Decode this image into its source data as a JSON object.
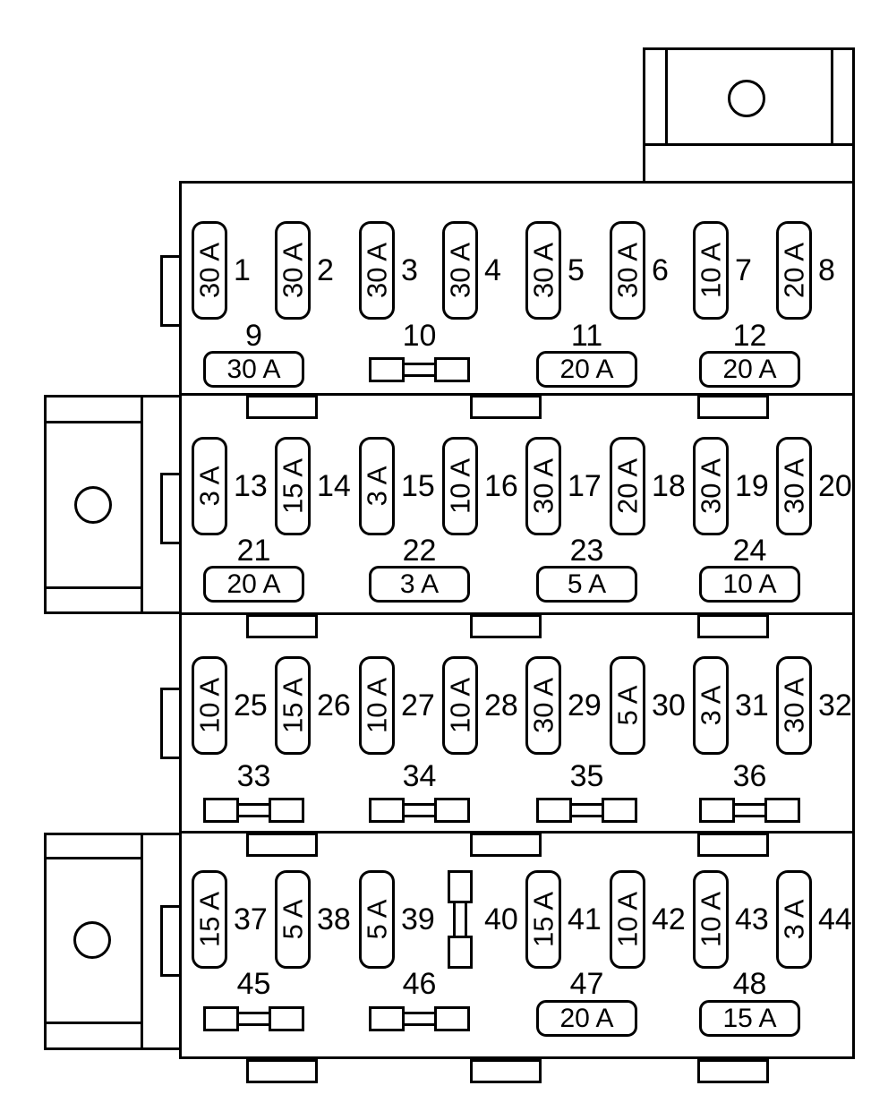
{
  "diagram_type": "fuse-box-diagram",
  "colors": {
    "line": "#000000",
    "background": "#ffffff"
  },
  "sections": [
    {
      "id": 1,
      "vertical_fuses": [
        {
          "number": "1",
          "rating": "30 A",
          "type": "blade-vertical"
        },
        {
          "number": "2",
          "rating": "30 A",
          "type": "blade-vertical"
        },
        {
          "number": "3",
          "rating": "30 A",
          "type": "blade-vertical"
        },
        {
          "number": "4",
          "rating": "30 A",
          "type": "blade-vertical"
        },
        {
          "number": "5",
          "rating": "30 A",
          "type": "blade-vertical"
        },
        {
          "number": "6",
          "rating": "30 A",
          "type": "blade-vertical"
        },
        {
          "number": "7",
          "rating": "10 A",
          "type": "blade-vertical"
        },
        {
          "number": "8",
          "rating": "20 A",
          "type": "blade-vertical"
        }
      ],
      "bottom_row": [
        {
          "number": "9",
          "rating": "30 A",
          "type": "blade-horizontal"
        },
        {
          "number": "10",
          "rating": "",
          "type": "cartridge-horizontal"
        },
        {
          "number": "11",
          "rating": "20 A",
          "type": "blade-horizontal"
        },
        {
          "number": "12",
          "rating": "20 A",
          "type": "blade-horizontal"
        }
      ]
    },
    {
      "id": 2,
      "vertical_fuses": [
        {
          "number": "13",
          "rating": "3 A",
          "type": "blade-vertical"
        },
        {
          "number": "14",
          "rating": "15 A",
          "type": "blade-vertical"
        },
        {
          "number": "15",
          "rating": "3 A",
          "type": "blade-vertical"
        },
        {
          "number": "16",
          "rating": "10 A",
          "type": "blade-vertical"
        },
        {
          "number": "17",
          "rating": "30 A",
          "type": "blade-vertical"
        },
        {
          "number": "18",
          "rating": "20 A",
          "type": "blade-vertical"
        },
        {
          "number": "19",
          "rating": "30 A",
          "type": "blade-vertical"
        },
        {
          "number": "20",
          "rating": "30 A",
          "type": "blade-vertical"
        }
      ],
      "bottom_row": [
        {
          "number": "21",
          "rating": "20 A",
          "type": "blade-horizontal"
        },
        {
          "number": "22",
          "rating": "3 A",
          "type": "blade-horizontal"
        },
        {
          "number": "23",
          "rating": "5 A",
          "type": "blade-horizontal"
        },
        {
          "number": "24",
          "rating": "10 A",
          "type": "blade-horizontal"
        }
      ]
    },
    {
      "id": 3,
      "vertical_fuses": [
        {
          "number": "25",
          "rating": "10 A",
          "type": "blade-vertical"
        },
        {
          "number": "26",
          "rating": "15 A",
          "type": "blade-vertical"
        },
        {
          "number": "27",
          "rating": "10 A",
          "type": "blade-vertical"
        },
        {
          "number": "28",
          "rating": "10 A",
          "type": "blade-vertical"
        },
        {
          "number": "29",
          "rating": "30 A",
          "type": "blade-vertical"
        },
        {
          "number": "30",
          "rating": "5 A",
          "type": "blade-vertical"
        },
        {
          "number": "31",
          "rating": "3 A",
          "type": "blade-vertical"
        },
        {
          "number": "32",
          "rating": "30 A",
          "type": "blade-vertical"
        }
      ],
      "bottom_row": [
        {
          "number": "33",
          "rating": "",
          "type": "cartridge-horizontal"
        },
        {
          "number": "34",
          "rating": "",
          "type": "cartridge-horizontal"
        },
        {
          "number": "35",
          "rating": "",
          "type": "cartridge-horizontal"
        },
        {
          "number": "36",
          "rating": "",
          "type": "cartridge-horizontal"
        }
      ]
    },
    {
      "id": 4,
      "vertical_fuses": [
        {
          "number": "37",
          "rating": "15 A",
          "type": "blade-vertical"
        },
        {
          "number": "38",
          "rating": "5 A",
          "type": "blade-vertical"
        },
        {
          "number": "39",
          "rating": "5 A",
          "type": "blade-vertical"
        },
        {
          "number": "40",
          "rating": "",
          "type": "cartridge-vertical"
        },
        {
          "number": "41",
          "rating": "15 A",
          "type": "blade-vertical"
        },
        {
          "number": "42",
          "rating": "10 A",
          "type": "blade-vertical"
        },
        {
          "number": "43",
          "rating": "10 A",
          "type": "blade-vertical"
        },
        {
          "number": "44",
          "rating": "3 A",
          "type": "blade-vertical"
        }
      ],
      "bottom_row": [
        {
          "number": "45",
          "rating": "",
          "type": "cartridge-horizontal"
        },
        {
          "number": "46",
          "rating": "",
          "type": "cartridge-horizontal"
        },
        {
          "number": "47",
          "rating": "20 A",
          "type": "blade-horizontal"
        },
        {
          "number": "48",
          "rating": "15 A",
          "type": "blade-horizontal"
        }
      ]
    }
  ],
  "connectors": [
    {
      "id": "top-right-connector",
      "hole": "circle"
    },
    {
      "id": "left-middle-connector",
      "hole": "circle"
    },
    {
      "id": "left-bottom-connector",
      "hole": "circle"
    }
  ]
}
